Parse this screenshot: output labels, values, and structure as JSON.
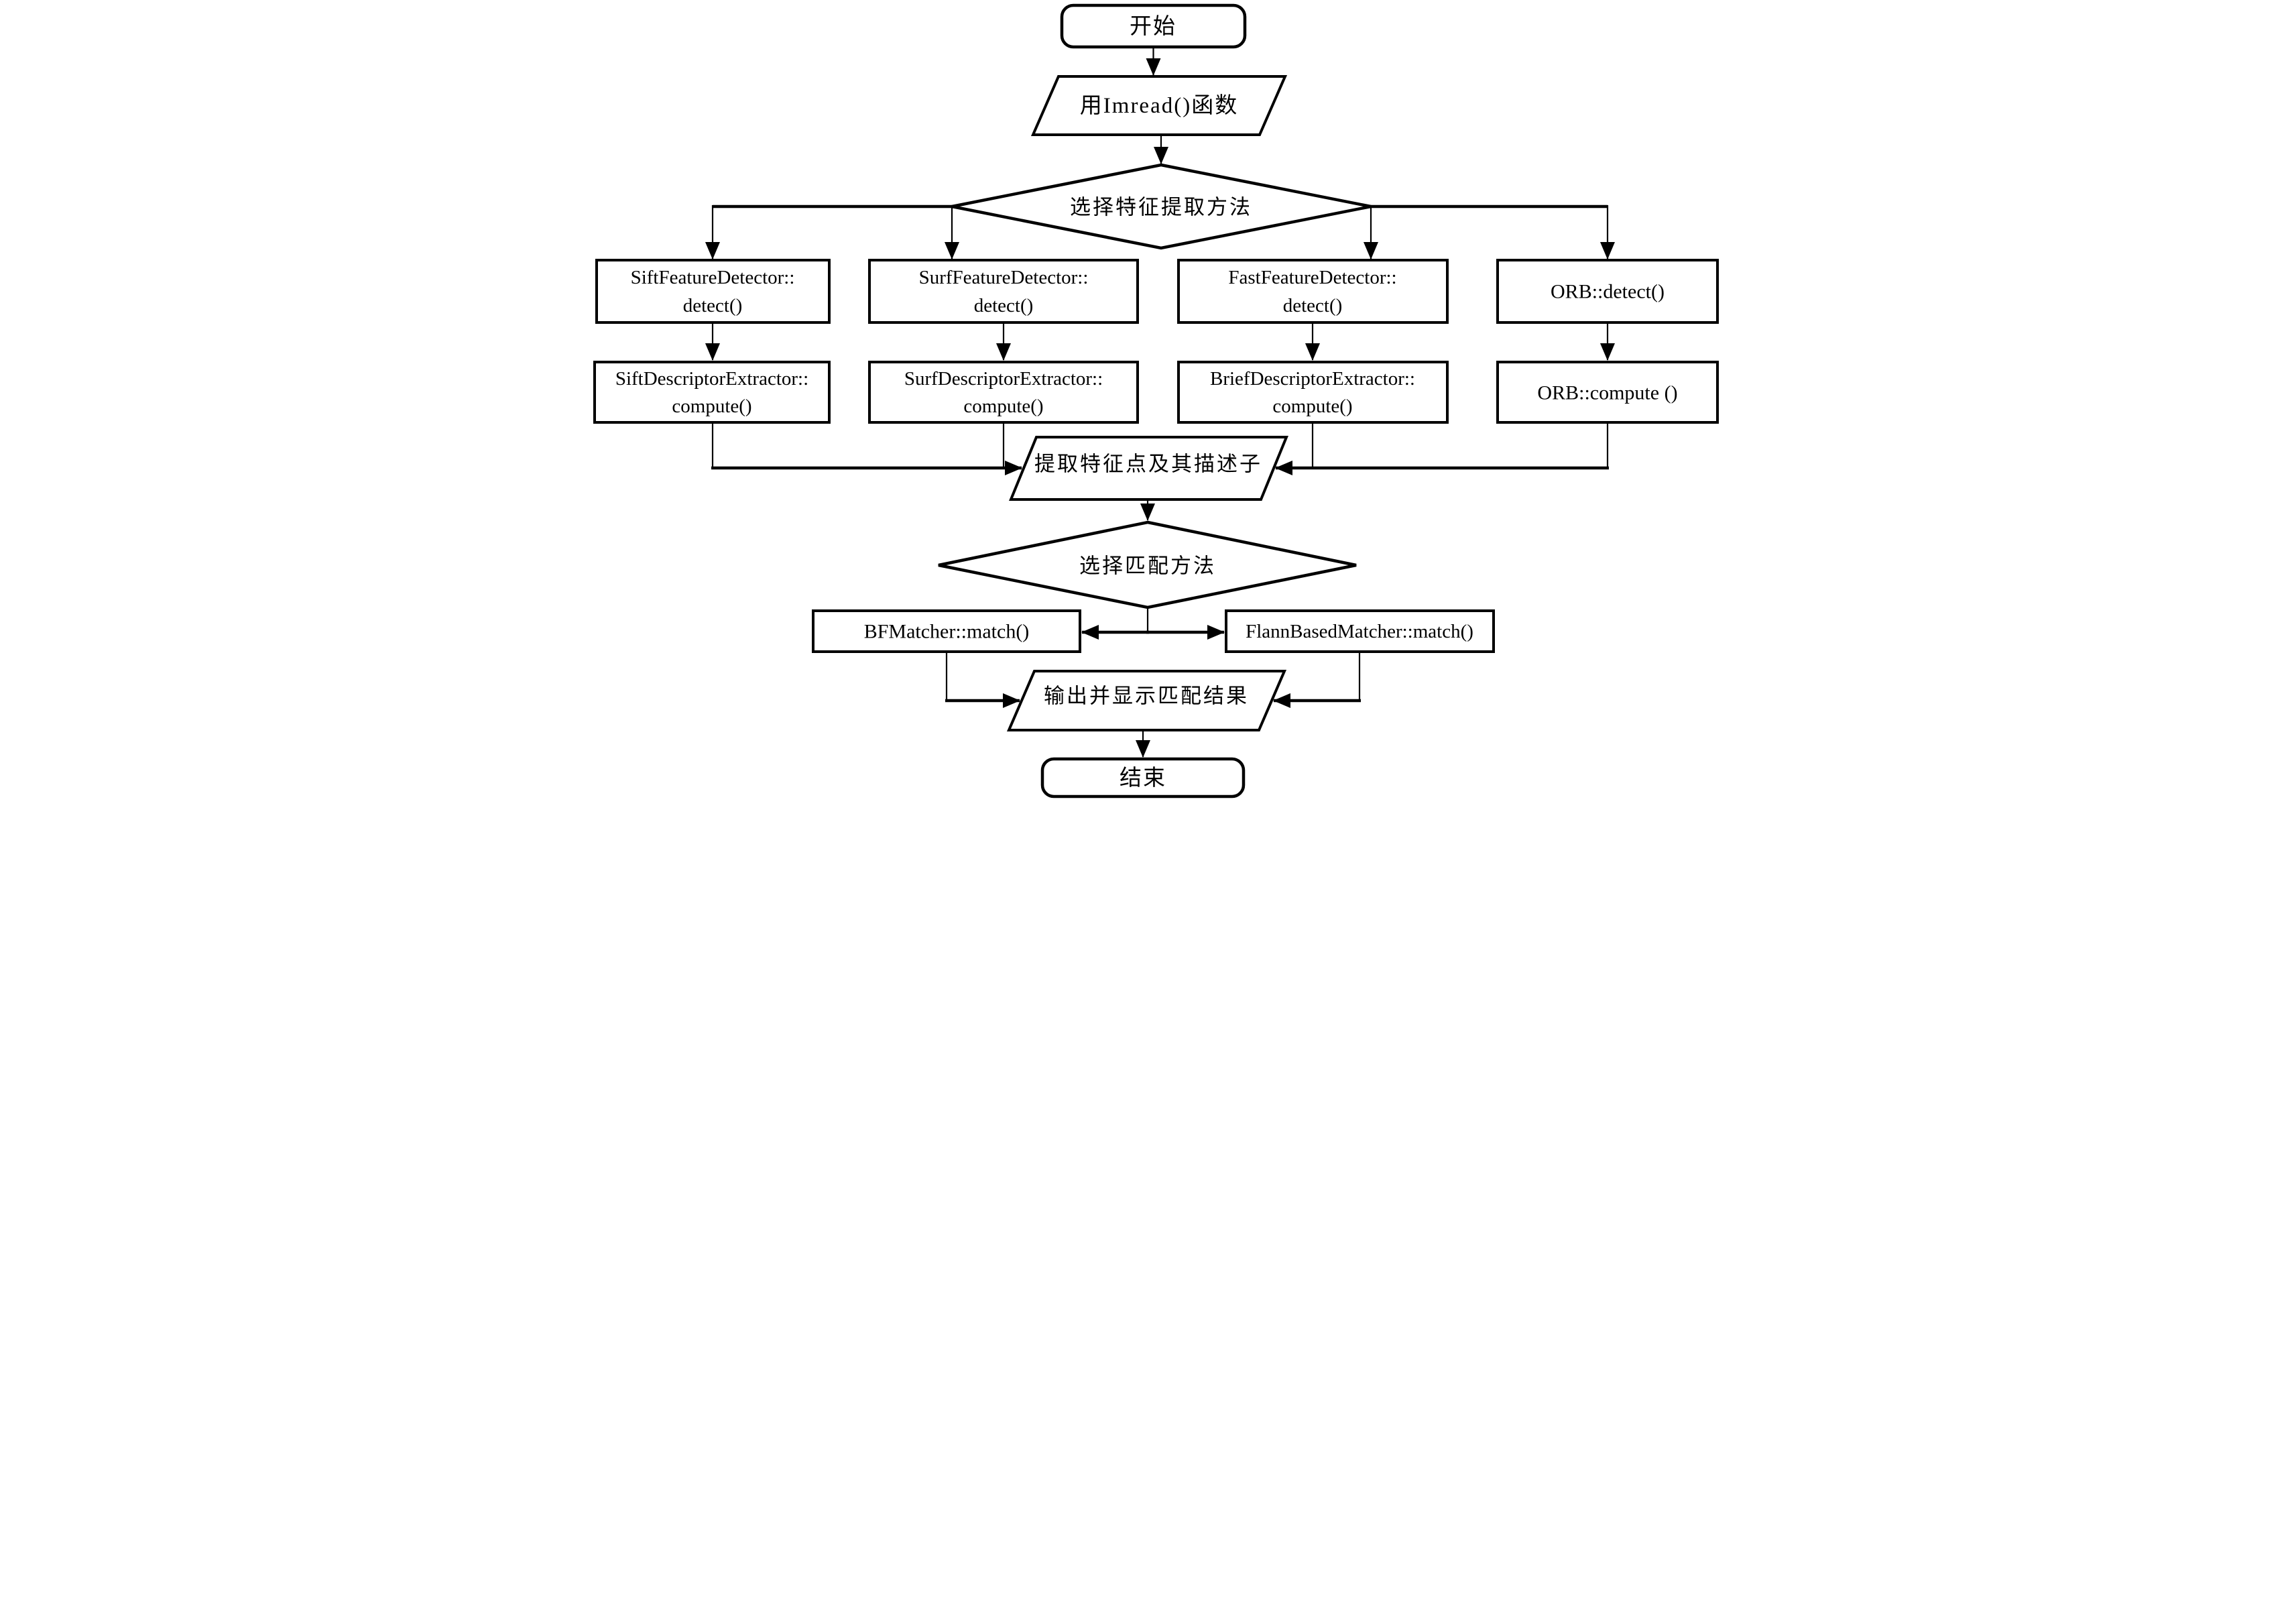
{
  "colors": {
    "background": "#ffffff",
    "stroke": "#000000"
  },
  "nodes": {
    "start": {
      "type": "terminator",
      "label": "开始"
    },
    "imread": {
      "type": "io",
      "label": "用Imread()函数"
    },
    "select_feature_method": {
      "type": "decision",
      "label": "选择特征提取方法"
    },
    "sift_detect": {
      "type": "process",
      "line1": "SiftFeatureDetector::",
      "line2": "detect()"
    },
    "surf_detect": {
      "type": "process",
      "line1": "SurfFeatureDetector::",
      "line2": "detect()"
    },
    "fast_detect": {
      "type": "process",
      "line1": "FastFeatureDetector::",
      "line2": "detect()"
    },
    "orb_detect": {
      "type": "process",
      "label": "ORB::detect()"
    },
    "sift_compute": {
      "type": "process",
      "line1": "SiftDescriptorExtractor::",
      "line2": "compute()"
    },
    "surf_compute": {
      "type": "process",
      "line1": "SurfDescriptorExtractor::",
      "line2": "compute()"
    },
    "brief_compute": {
      "type": "process",
      "line1": "BriefDescriptorExtractor::",
      "line2": "compute()"
    },
    "orb_compute": {
      "type": "process",
      "label": "ORB::compute ()"
    },
    "extract_features": {
      "type": "io",
      "label": "提取特征点及其描述子"
    },
    "select_match_method": {
      "type": "decision",
      "label": "选择匹配方法"
    },
    "bf_match": {
      "type": "process",
      "label": "BFMatcher::match()"
    },
    "flann_match": {
      "type": "process",
      "label": "FlannBasedMatcher::match()"
    },
    "output_result": {
      "type": "io",
      "label": "输出并显示匹配结果"
    },
    "end": {
      "type": "terminator",
      "label": "结束"
    }
  },
  "edges": [
    {
      "from": "start",
      "to": "imread"
    },
    {
      "from": "imread",
      "to": "select_feature_method"
    },
    {
      "from": "select_feature_method",
      "to": "sift_detect"
    },
    {
      "from": "select_feature_method",
      "to": "surf_detect"
    },
    {
      "from": "select_feature_method",
      "to": "fast_detect"
    },
    {
      "from": "select_feature_method",
      "to": "orb_detect"
    },
    {
      "from": "sift_detect",
      "to": "sift_compute"
    },
    {
      "from": "surf_detect",
      "to": "surf_compute"
    },
    {
      "from": "fast_detect",
      "to": "brief_compute"
    },
    {
      "from": "orb_detect",
      "to": "orb_compute"
    },
    {
      "from": "sift_compute",
      "to": "extract_features"
    },
    {
      "from": "surf_compute",
      "to": "extract_features"
    },
    {
      "from": "brief_compute",
      "to": "extract_features"
    },
    {
      "from": "orb_compute",
      "to": "extract_features"
    },
    {
      "from": "extract_features",
      "to": "select_match_method"
    },
    {
      "from": "select_match_method",
      "to": "bf_match"
    },
    {
      "from": "select_match_method",
      "to": "flann_match"
    },
    {
      "from": "bf_match",
      "to": "output_result"
    },
    {
      "from": "flann_match",
      "to": "output_result"
    },
    {
      "from": "output_result",
      "to": "end"
    }
  ]
}
